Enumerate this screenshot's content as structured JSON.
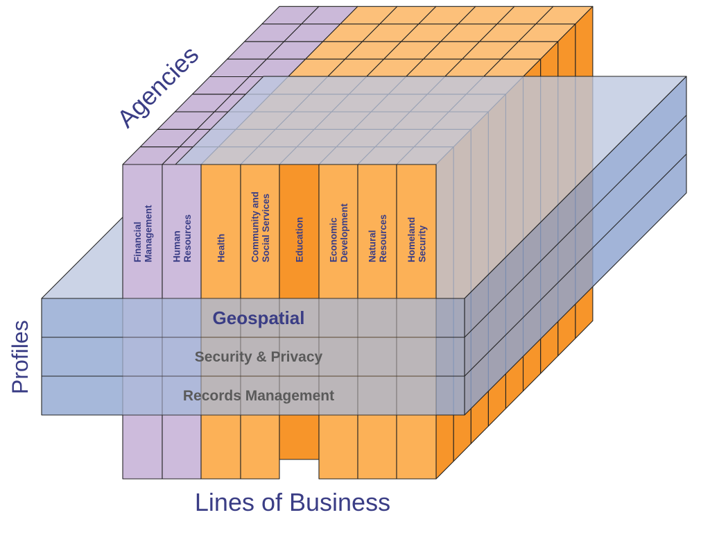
{
  "axes": {
    "agencies": "Agencies",
    "profiles": "Profiles",
    "lines_of_business": "Lines of Business"
  },
  "lines_of_business": [
    {
      "lines": [
        "Financial",
        "Management"
      ],
      "color": "purple"
    },
    {
      "lines": [
        "Human",
        "Resources"
      ],
      "color": "purple"
    },
    {
      "lines": [
        "Health"
      ],
      "color": "orange"
    },
    {
      "lines": [
        "Community and",
        "Social Services"
      ],
      "color": "orange"
    },
    {
      "lines": [
        "Education"
      ],
      "color": "orange"
    },
    {
      "lines": [
        "Economic",
        "Development"
      ],
      "color": "orange"
    },
    {
      "lines": [
        "Natural",
        "Resources"
      ],
      "color": "orange"
    },
    {
      "lines": [
        "Homeland",
        "Security"
      ],
      "color": "orange"
    }
  ],
  "profiles": [
    {
      "label": "Geospatial",
      "emphasis": true
    },
    {
      "label": "Security & Privacy",
      "emphasis": false
    },
    {
      "label": "Records Management",
      "emphasis": false
    }
  ],
  "colors": {
    "purple_front": "#cdbbdc",
    "purple_top": "#cbb9d9",
    "purple_side": "#b9a5cb",
    "orange_front": "#fcb157",
    "orange_top": "#fcc07a",
    "orange_side": "#f7952a",
    "profile_front": "#97acd4",
    "profile_top": "#bcc6df",
    "profile_side": "#8da3d0",
    "text_blue": "#3a3d85",
    "text_gray": "#5a5a5a"
  }
}
